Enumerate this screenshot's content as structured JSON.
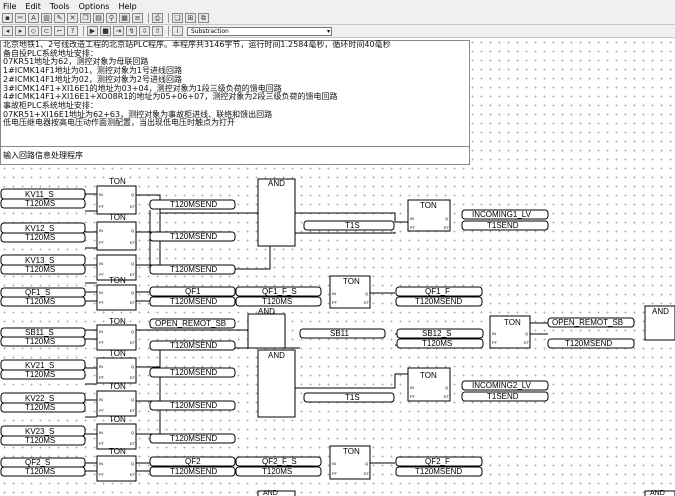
{
  "menu": [
    "File",
    "Edit",
    "Tools",
    "Options",
    "Help"
  ],
  "toolbar": {
    "dropdown_value": "Substraction"
  },
  "comment_lines": [
    "北京地铁1、2号线改造工程的北京站PLC程序。本程序共3146字节，运行时间1.2584毫秒，循环时间40毫秒",
    "备自投PLC系统地址安排：",
    "07KR51地址为62，测控对象为母联回路",
    "1#ICMK14F1地址为01，测控对象为1号进线回路",
    "2#ICMK14F1地址为02，测控对象为2号进线回路",
    "3#ICMK14F1+XI16E1的地址为03+04，测控对象为1段三级负荷的馈电回路",
    "4#ICMK14F1+XI16E1+XO08R1的地址为05+06+07，测控对象为2段三级负荷的馈电回路",
    "事故柜PLC系统地址安排：",
    "07KR51+XI16E1地址为62+63，测控对象为事故柜进线、联络和馈出回路",
    "低电压继电器按高电压动作面测配置，当出现低电压时触点为打开"
  ],
  "subtitle": "输入回路信息处理程序",
  "labels": {
    "kv11": "KV11_S",
    "kv12": "KV12_S",
    "kv13": "KV13_S",
    "qf1s": "QF1_S",
    "sb11s": "SB11_S",
    "kv21": "KV21_S",
    "kv22": "KV22_S",
    "kv23": "KV23_S",
    "qf2s": "QF2_S",
    "t120ms": "T120MS",
    "t120msend": "T120MSEND",
    "ton": "TON",
    "and": "AND",
    "in": "IN",
    "q": "Q",
    "pt": "PT",
    "et": "ET",
    "t1s": "T1S",
    "t1send": "T1SEND",
    "incoming1": "INCOMING1_LV",
    "incoming2": "INCOMING2_LV",
    "qf1": "QF1",
    "qf1fs": "QF1_F_S",
    "qf1f": "QF1_F",
    "qf2": "QF2",
    "qf2fs": "QF2_F_S",
    "qf2f": "QF2_F",
    "open_remot_sb": "OPEN_REMOT_SB",
    "sb11": "SB11",
    "sb12s": "SB12_S"
  }
}
